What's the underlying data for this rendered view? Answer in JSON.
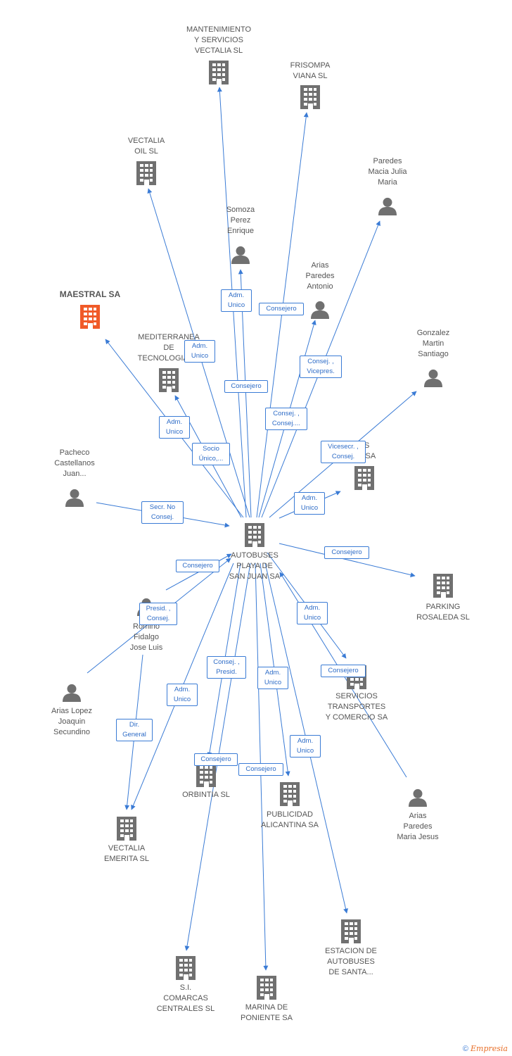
{
  "colors": {
    "edge": "#3a7bd5",
    "building": "#707070",
    "person": "#707070",
    "focus_building": "#f05a28",
    "label": "#555555"
  },
  "nodes": [
    {
      "id": "mantenimiento",
      "type": "company",
      "label": "MANTENIMIENTO\nY SERVICIOS\nVECTALIA SL",
      "icon": "building-icon"
    },
    {
      "id": "frisompa",
      "type": "company",
      "label": "FRISOMPA\nVIANA SL",
      "icon": "building-icon"
    },
    {
      "id": "vectalia-oil",
      "type": "company",
      "label": "VECTALIA\nOIL  SL",
      "icon": "building-icon"
    },
    {
      "id": "paredes-macia",
      "type": "person",
      "label": "Paredes\nMacia Julia\nMaria",
      "icon": "person-icon"
    },
    {
      "id": "somoza",
      "type": "person",
      "label": "Somoza\nPerez\nEnrique",
      "icon": "person-icon"
    },
    {
      "id": "arias-antonio",
      "type": "person",
      "label": "Arias\nParedes\nAntonio",
      "icon": "person-icon"
    },
    {
      "id": "maestral",
      "type": "company-focus",
      "label": "MAESTRAL SA",
      "icon": "building-icon"
    },
    {
      "id": "mediterranea",
      "type": "company",
      "label": "MEDITERRANEA\nDE\nTECNOLOGIAS...",
      "icon": "building-icon"
    },
    {
      "id": "gonzalez",
      "type": "person",
      "label": "Gonzalez\nMartin\nSantiago",
      "icon": "person-icon"
    },
    {
      "id": "es-uz",
      "type": "company",
      "label": "ES\nUZ SA",
      "icon": "building-icon"
    },
    {
      "id": "pacheco",
      "type": "person",
      "label": "Pacheco\nCastellanos\nJuan...",
      "icon": "person-icon"
    },
    {
      "id": "autobuses",
      "type": "company-main",
      "label": "AUTOBUSES\nPLAYA DE\nSAN JUAN SA",
      "icon": "building-icon"
    },
    {
      "id": "parking",
      "type": "company",
      "label": "PARKING\nROSALEDA  SL",
      "icon": "building-icon"
    },
    {
      "id": "romino",
      "type": "person",
      "label": "Romino\nFidalgo\nJose Luis",
      "icon": "person-icon"
    },
    {
      "id": "arias-lopez",
      "type": "person",
      "label": "Arias Lopez\nJoaquin\nSecundino",
      "icon": "person-icon"
    },
    {
      "id": "servicios",
      "type": "company",
      "label": "SERVICIOS\nTRANSPORTES\nY COMERCIO SA",
      "icon": "building-icon"
    },
    {
      "id": "orbintia",
      "type": "company",
      "label": "ORBINTIA SL",
      "icon": "building-icon"
    },
    {
      "id": "publicidad",
      "type": "company",
      "label": "PUBLICIDAD\nALICANTINA SA",
      "icon": "building-icon"
    },
    {
      "id": "arias-maria",
      "type": "person",
      "label": "Arias\nParedes\nMaria Jesus",
      "icon": "person-icon"
    },
    {
      "id": "vectalia-emerita",
      "type": "company",
      "label": "VECTALIA\nEMERITA SL",
      "icon": "building-icon"
    },
    {
      "id": "estacion",
      "type": "company",
      "label": "ESTACION DE\nAUTOBUSES\nDE SANTA...",
      "icon": "building-icon"
    },
    {
      "id": "si-comarcas",
      "type": "company",
      "label": "S.I.\nCOMARCAS\nCENTRALES SL",
      "icon": "building-icon"
    },
    {
      "id": "marina",
      "type": "company",
      "label": "MARINA DE\nPONIENTE SA",
      "icon": "building-icon"
    }
  ],
  "edge_labels": {
    "adm_unico": "Adm.\nUnico",
    "consejero": "Consejero",
    "consej_vicepres": "Consej. ,\nVicepres.",
    "consej_consej": "Consej. ,\nConsej....",
    "socio_unico": "Socio\nÚnico,...",
    "vicesecr_consej": "Vicesecr. ,\nConsej.",
    "secr_no_consej": "Secr.  No\nConsej.",
    "presid_consej": "Presid. ,\nConsej.",
    "consej_presid": "Consej. ,\nPresid.",
    "dir_general": "Dir.\nGeneral"
  },
  "footer": {
    "copyright": "©",
    "brand": "Empresia"
  }
}
